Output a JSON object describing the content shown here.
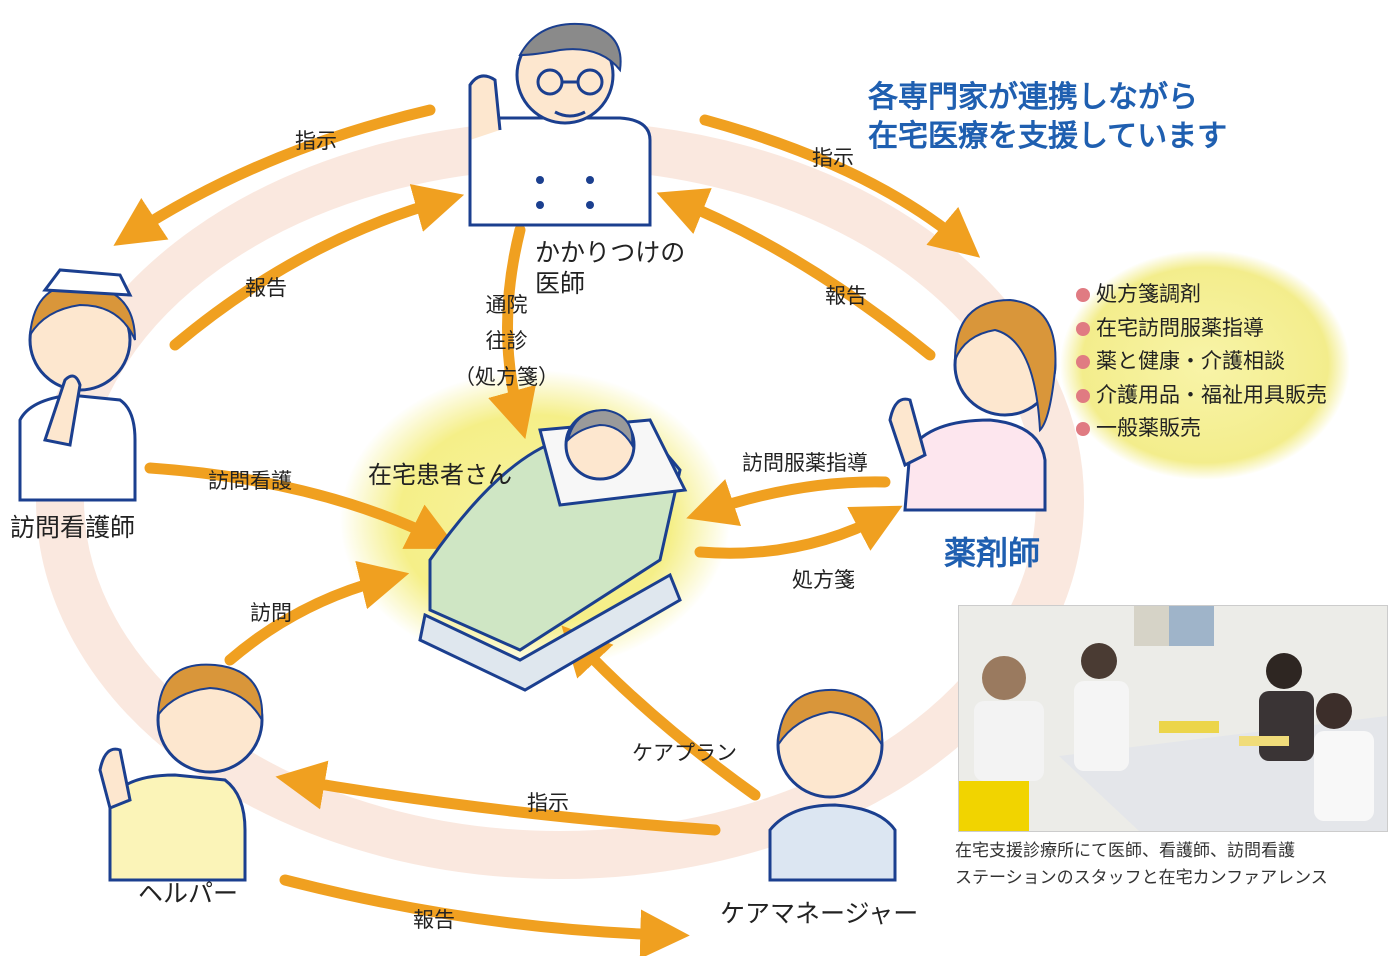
{
  "headline": [
    "各専門家が連携しながら",
    "在宅医療を支援しています"
  ],
  "roles": {
    "doctor": [
      "かかりつけの",
      "医師"
    ],
    "nurse": "訪問看護師",
    "pharmacist": "薬剤師",
    "helper": "ヘルパー",
    "care_manager": "ケアマネージャー",
    "patient": "在宅患者さん"
  },
  "arrows": {
    "doctor_to_nurse": "指示",
    "nurse_to_doctor": "報告",
    "doctor_to_pharmacist": "指示",
    "pharmacist_to_doctor": "報告",
    "doctor_to_patient": [
      "通院",
      "往診",
      "（処方箋）"
    ],
    "nurse_to_patient": "訪問看護",
    "pharmacist_to_patient": "訪問服薬指導",
    "patient_to_pharmacist": "処方箋",
    "helper_to_patient": "訪問",
    "caremanager_to_patient": "ケアプラン",
    "caremanager_to_helper": "指示",
    "helper_to_caremanager": "報告"
  },
  "pharmacy_services": [
    "処方箋調剤",
    "在宅訪問服薬指導",
    "薬と健康・介護相談",
    "介護用品・福祉用具販売",
    "一般薬販売"
  ],
  "photo_caption": [
    "在宅支援診療所にて医師、看護師、訪問看護",
    "ステーションのスタッフと在宅カンファアレンス"
  ],
  "colors": {
    "arrow": "#f0a020",
    "headline": "#1f5fb0",
    "ring": "#f8e2d8",
    "glow": "#f5f08a",
    "bullet": "#e07b82"
  }
}
